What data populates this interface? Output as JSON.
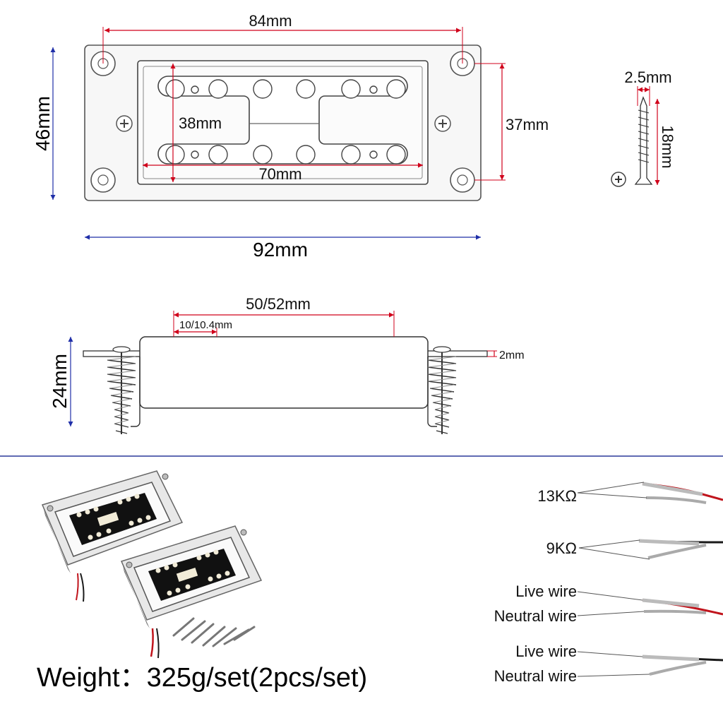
{
  "top_view": {
    "width_outer": "92mm",
    "height_outer": "46mm",
    "hole_spacing": "84mm",
    "frame_height": "37mm",
    "coil_width": "70mm",
    "coil_height": "38mm"
  },
  "screw": {
    "diameter": "2.5mm",
    "length": "18mm"
  },
  "side_view": {
    "magnet_span": "50/52mm",
    "pole_offset": "10/10.4mm",
    "plate_thickness": "2mm",
    "height": "24mm"
  },
  "wiring": {
    "labels": [
      "13KΩ",
      "9KΩ",
      "Live wire",
      "Neutral wire",
      "Live wire",
      "Neutral wire"
    ]
  },
  "weight_text": "Weight：325g/set(2pcs/set)",
  "colors": {
    "dim_red": "#d0021b",
    "dim_blue": "#1f2ea8",
    "rule_blue": "#2b3a9a",
    "wire_red": "#c0141c",
    "wire_black": "#1a1a1a"
  }
}
